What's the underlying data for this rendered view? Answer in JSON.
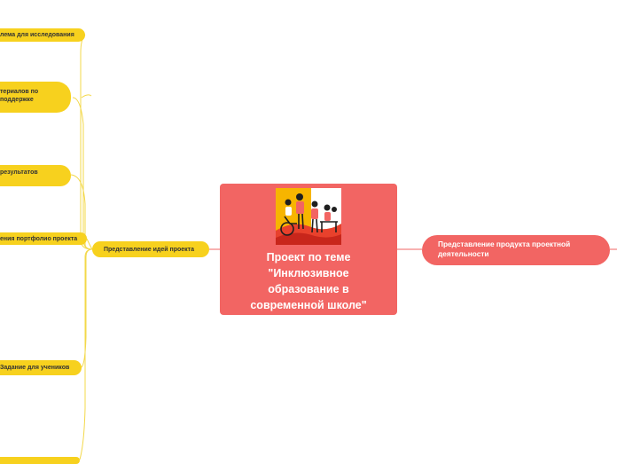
{
  "central_topic": {
    "title": "Проект по теме \"Инклюзивное образование в современной школе\"",
    "image": "inclusive-education-illustration",
    "color": "#f26563"
  },
  "right_topics": [
    {
      "label": "Представление продукта проектной деятельности",
      "color": "#f26563"
    }
  ],
  "left_branch": {
    "label": "Представление идей проекта",
    "color": "#f7d11e",
    "subtopics": [
      {
        "label": "лема для  исследования"
      },
      {
        "label": "териалов по\n поддержке"
      },
      {
        "label": "результатов"
      },
      {
        "label": "ения портфолио проекта"
      },
      {
        "label": "Задание для учеников"
      },
      {
        "label": ""
      }
    ]
  },
  "colors": {
    "connector_yellow": "#f3d84a",
    "connector_red": "#f26563",
    "text_dark": "#333333"
  }
}
